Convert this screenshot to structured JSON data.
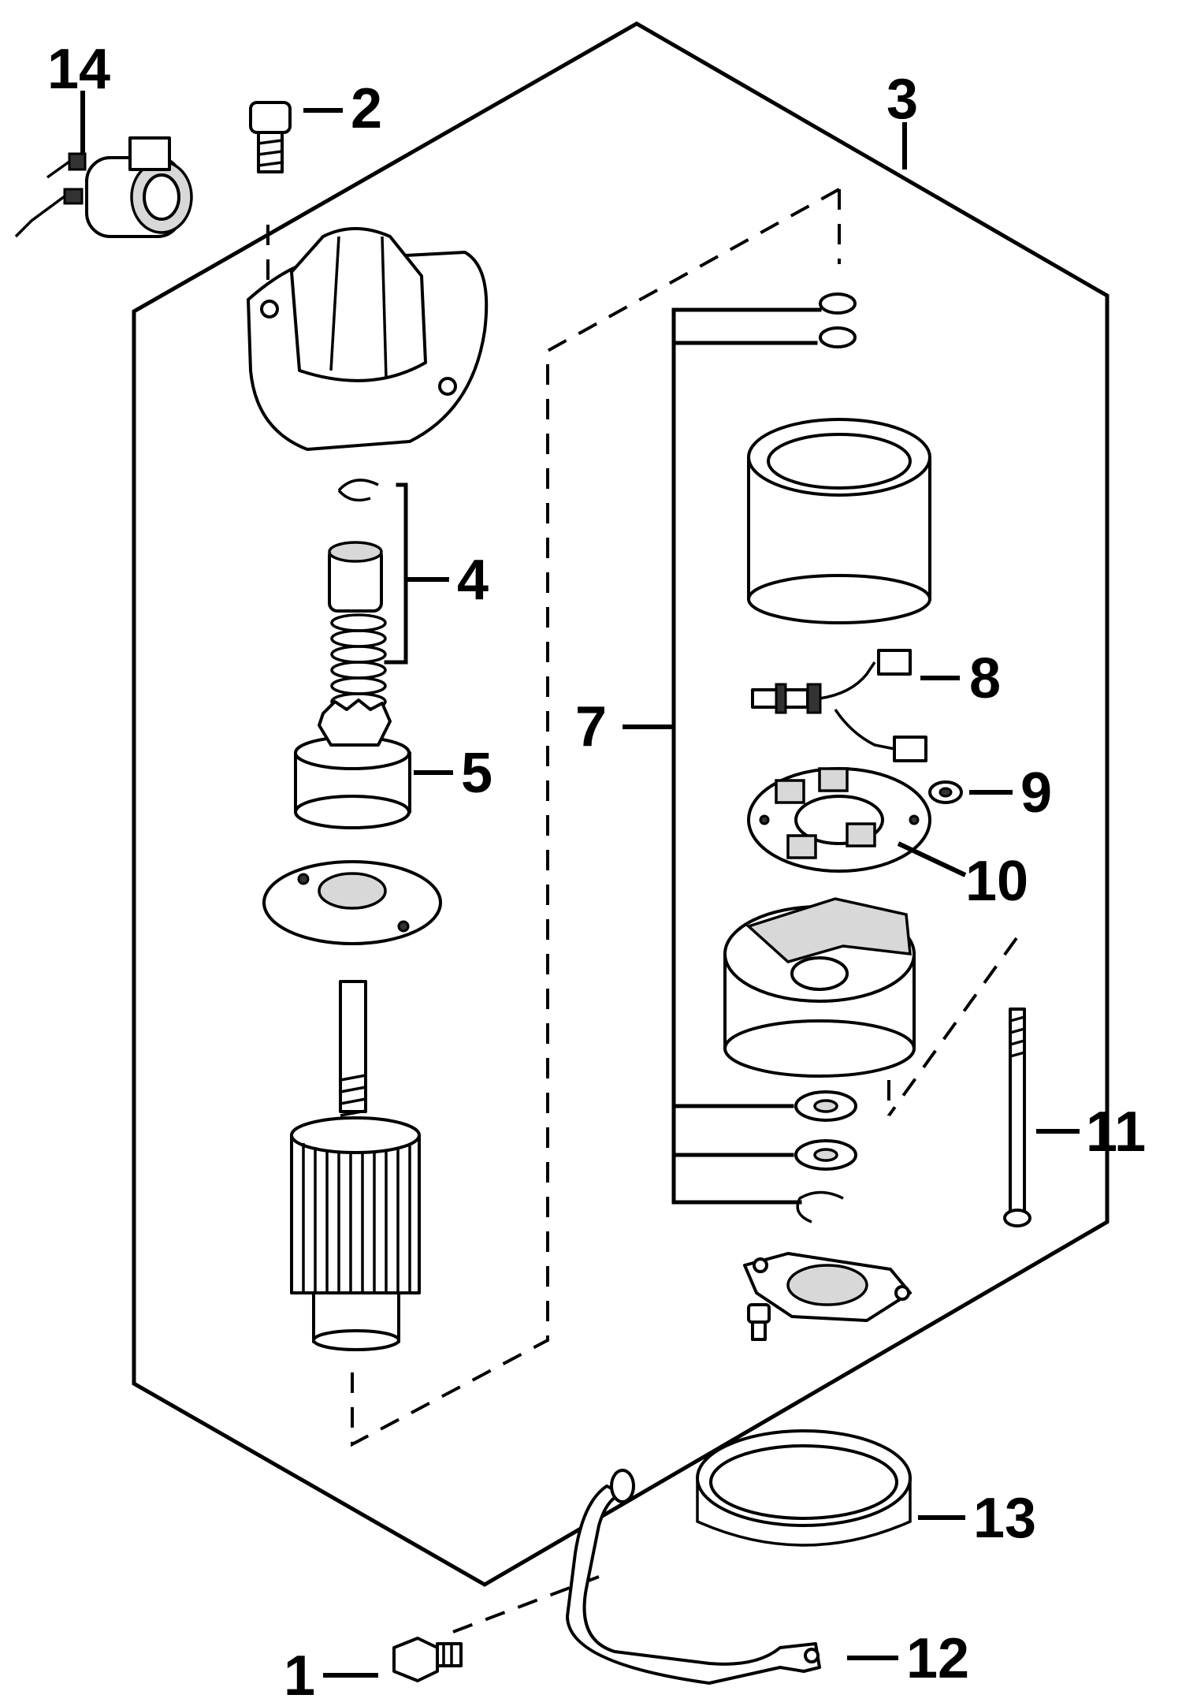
{
  "callouts": [
    {
      "id": "1",
      "text": "1"
    },
    {
      "id": "2",
      "text": "2"
    },
    {
      "id": "3",
      "text": "3"
    },
    {
      "id": "4",
      "text": "4"
    },
    {
      "id": "5",
      "text": "5"
    },
    {
      "id": "7",
      "text": "7"
    },
    {
      "id": "8",
      "text": "8"
    },
    {
      "id": "9",
      "text": "9"
    },
    {
      "id": "10",
      "text": "10"
    },
    {
      "id": "11",
      "text": "11"
    },
    {
      "id": "12",
      "text": "12"
    },
    {
      "id": "13",
      "text": "13"
    },
    {
      "id": "14",
      "text": "14"
    }
  ]
}
